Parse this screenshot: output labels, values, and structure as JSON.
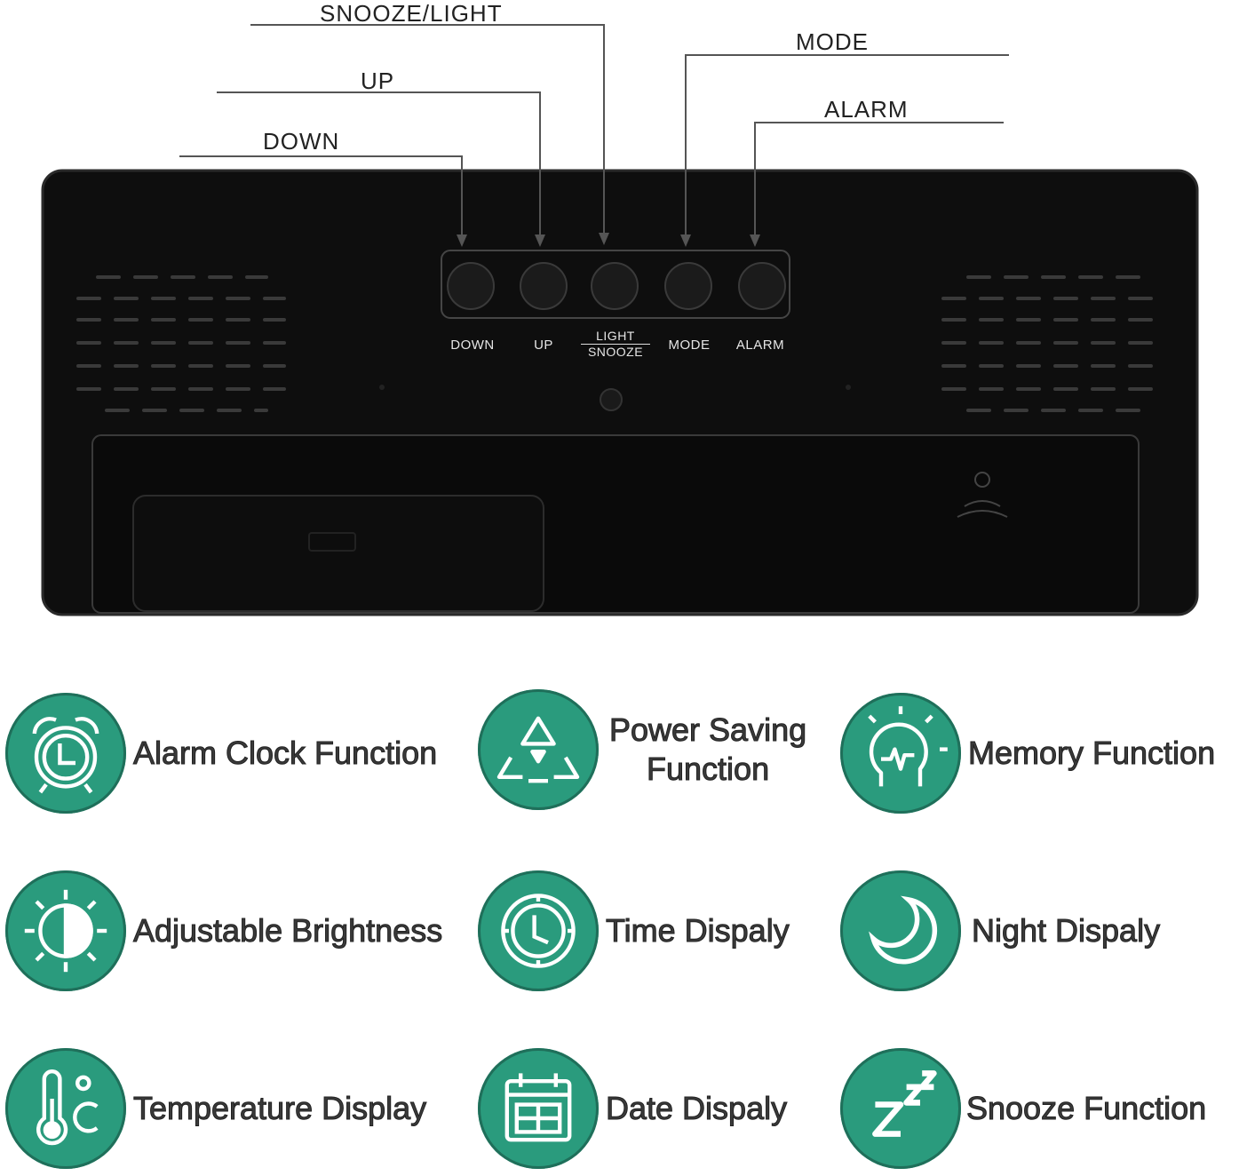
{
  "callouts": {
    "snooze_light": "SNOOZE/LIGHT",
    "up": "UP",
    "mode": "MODE",
    "alarm": "ALARM",
    "down": "DOWN"
  },
  "panel_labels": {
    "down": "DOWN",
    "up": "UP",
    "light": "LIGHT",
    "snooze": "SNOOZE",
    "mode": "MODE",
    "alarm": "ALARM"
  },
  "features": [
    {
      "label": "Alarm Clock Function",
      "icon": "alarm-clock-icon"
    },
    {
      "label_line1": "Power Saving",
      "label_line2": "Function",
      "icon": "recycle-icon"
    },
    {
      "label": "Memory Function",
      "icon": "brain-head-icon"
    },
    {
      "label": "Adjustable Brightness",
      "icon": "brightness-icon"
    },
    {
      "label": "Time Dispaly",
      "icon": "clock-icon"
    },
    {
      "label": "Night Dispaly",
      "icon": "moon-icon"
    },
    {
      "label": "Temperature Display",
      "icon": "thermometer-icon"
    },
    {
      "label": "Date  Dispaly",
      "icon": "calendar-icon"
    },
    {
      "label": "Snooze Function",
      "icon": "snooze-icon"
    }
  ],
  "colors": {
    "icon_green": "#2a9b7d",
    "device_body": "#0e0e0e"
  }
}
